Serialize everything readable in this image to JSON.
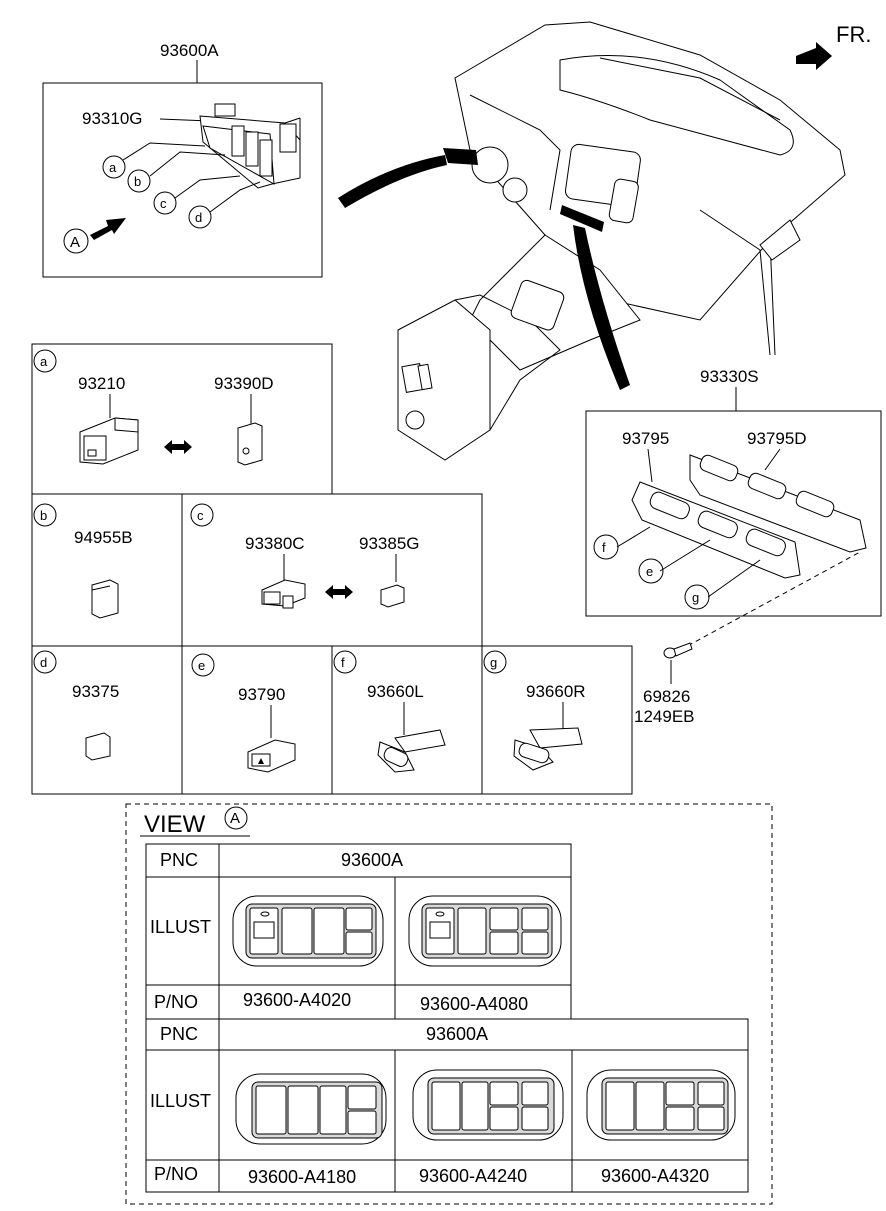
{
  "header": {
    "direction_label": "FR."
  },
  "assembly": {
    "title": "93600A",
    "part": "93310G",
    "callouts": [
      "a",
      "b",
      "c",
      "d"
    ],
    "view_marker": "A"
  },
  "bezel": {
    "title": "93330S",
    "parts": [
      "93795",
      "93795D"
    ],
    "callouts": [
      "f",
      "e",
      "g"
    ],
    "screw_parts": [
      "69826",
      "1249EB"
    ]
  },
  "detail_boxes": [
    {
      "letter": "a",
      "parts": [
        "93210",
        "93390D"
      ]
    },
    {
      "letter": "b",
      "parts": [
        "94955B"
      ]
    },
    {
      "letter": "c",
      "parts": [
        "93380C",
        "93385G"
      ]
    },
    {
      "letter": "d",
      "parts": [
        "93375"
      ]
    },
    {
      "letter": "e",
      "parts": [
        "93790"
      ]
    },
    {
      "letter": "f",
      "parts": [
        "93660L"
      ]
    },
    {
      "letter": "g",
      "parts": [
        "93660R"
      ]
    }
  ],
  "view": {
    "label": "VIEW",
    "marker": "A",
    "table1": {
      "pnc_header": "PNC",
      "pnc_value": "93600A",
      "illust_header": "ILLUST",
      "pno_header": "P/NO",
      "part_numbers": [
        "93600-A4020",
        "93600-A4080"
      ]
    },
    "table2": {
      "pnc_header": "PNC",
      "pnc_value": "93600A",
      "illust_header": "ILLUST",
      "pno_header": "P/NO",
      "part_numbers": [
        "93600-A4180",
        "93600-A4240",
        "93600-A4320"
      ]
    }
  }
}
